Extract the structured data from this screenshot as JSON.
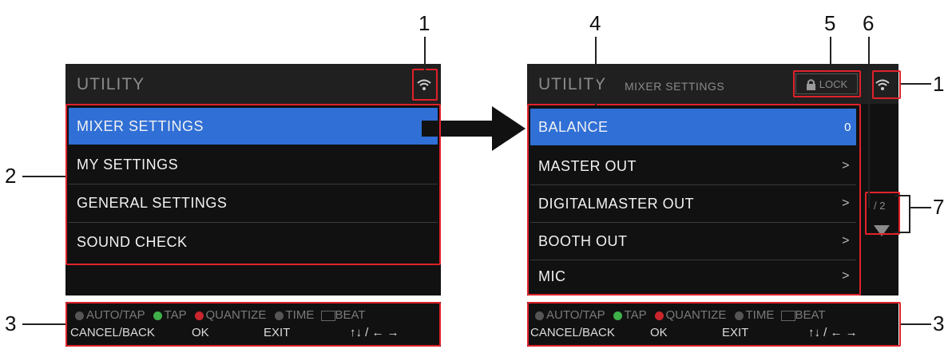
{
  "callouts": [
    "1",
    "2",
    "3",
    "4",
    "5",
    "6",
    "7"
  ],
  "left_screen": {
    "title": "UTILITY",
    "menu_items": [
      "MIXER SETTINGS",
      "MY SETTINGS",
      "GENERAL SETTINGS",
      "SOUND CHECK"
    ],
    "selected_index": 0
  },
  "right_screen": {
    "title": "UTILITY",
    "subtitle": "MIXER SETTINGS",
    "lock_label": "LOCK",
    "page_indicator": "/ 2",
    "menu_items": [
      {
        "label": "BALANCE",
        "value": "0"
      },
      {
        "label": "MASTER OUT",
        "value": ">"
      },
      {
        "label": "DIGITALMASTER OUT",
        "value": ">"
      },
      {
        "label": "BOOTH OUT",
        "value": ">"
      },
      {
        "label": "MIC",
        "value": ">"
      }
    ],
    "selected_index": 0
  },
  "footer": {
    "row1": [
      "AUTO/TAP",
      "TAP",
      "QUANTIZE",
      "TIME",
      "BEAT"
    ],
    "row2": [
      "CANCEL/BACK",
      "OK",
      "EXIT",
      "↑↓ / ← →"
    ]
  },
  "colors": {
    "selection": "#2f6fd6",
    "callout_box": "#e0222a",
    "tap_icon": "#3fb04a",
    "quantize_icon": "#c8262c"
  },
  "icons": [
    "wifi-icon",
    "lock-icon",
    "arrow-right-icon",
    "scroll-down-icon"
  ]
}
